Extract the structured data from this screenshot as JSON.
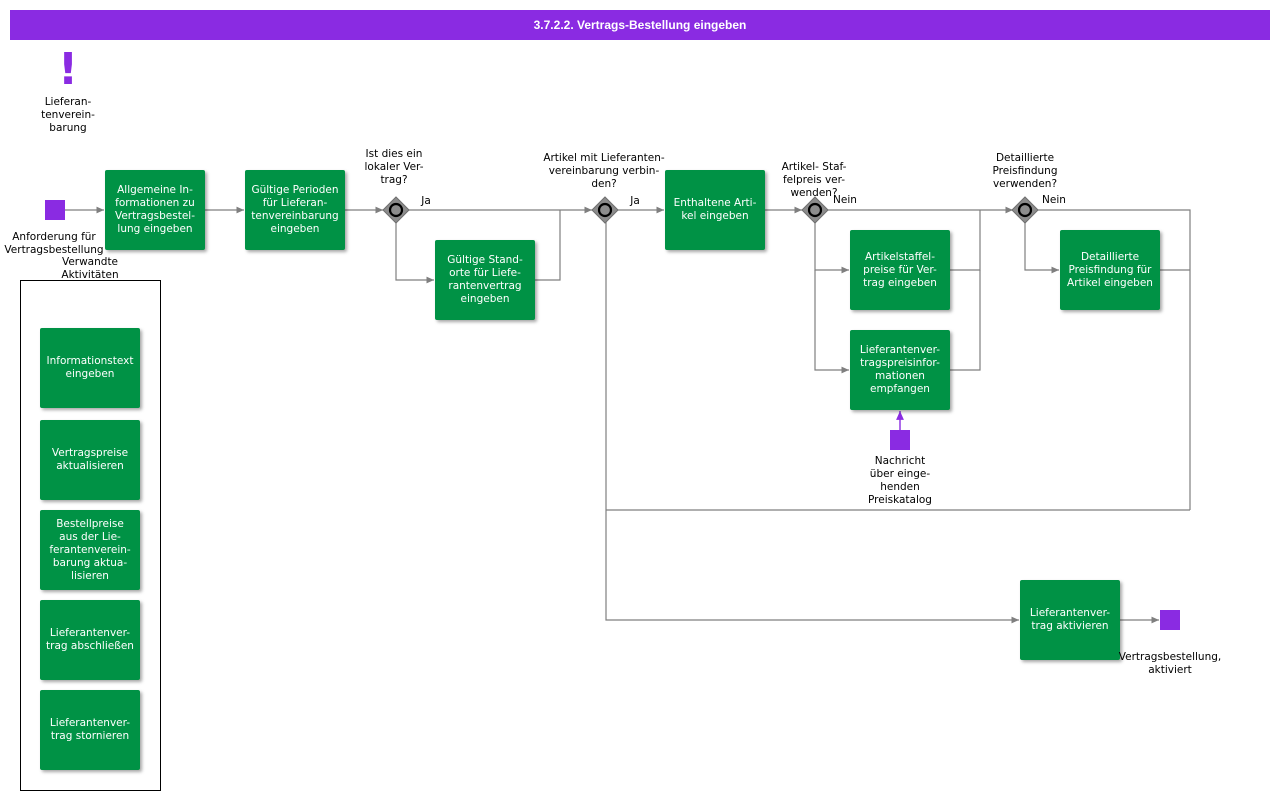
{
  "header": {
    "title": "3.7.2.2. Vertrags-Bestellung eingeben"
  },
  "colors": {
    "accent": "#8a2be2",
    "task": "#009245",
    "wire": "#7f7f7f",
    "gateway": "#8c8c8c"
  },
  "alert": {
    "symbol": "!",
    "label": "Lieferan-\ntenverein-\nbarung"
  },
  "start_event": {
    "label": "Anforderung für\nVertragsbestellung"
  },
  "tasks": {
    "allgemeine": "Allgemeine In-\nformationen zu\nVertragsbestel-\nlung eingeben",
    "perioden": "Gültige Perioden\nfür Lieferan-\ntenvereinbarung\neingeben",
    "standorte": "Gültige Stand-\norte für Liefe-\nrantenvertrag\neingeben",
    "artikel": "Enthaltene Arti-\nkel eingeben",
    "staffelpreise": "Artikelstaffel-\npreise für Ver-\ntrag eingeben",
    "preisinfo": "Lieferantenver-\ntragspreisinfor-\nmationen\nempfangen",
    "preisfindung": "Detaillierte\nPreisfindung für\nArtikel eingeben",
    "aktivieren": "Lieferantenver-\ntrag aktivieren"
  },
  "gateways": {
    "g1": {
      "question": "Ist dies ein\nlokaler Ver-\ntrag?",
      "flow_label": "Ja"
    },
    "g2": {
      "question": "Artikel mit Lieferanten-\nvereinbarung verbin-\nden?",
      "flow_label": "Ja"
    },
    "g3": {
      "question": "Artikel- Staf-\nfelpreis ver-\nwenden?",
      "flow_label": "Nein"
    },
    "g4": {
      "question": "Detaillierte\nPreisfindung\nverwenden?",
      "flow_label": "Nein"
    }
  },
  "message_event": {
    "label": "Nachricht\nüber einge-\nhenden\nPreiskatalog"
  },
  "end_event": {
    "label": "Vertragsbestellung,\naktiviert"
  },
  "related": {
    "title": "Verwandte\nAktivitäten",
    "items": [
      "Informationstext\neingeben",
      "Vertragspreise\naktualisieren",
      "Bestellpreise\naus der Lie-\nferantenverein-\nbarung aktua-\nlisieren",
      "Lieferantenver-\ntrag abschließen",
      "Lieferantenver-\ntrag stornieren"
    ]
  }
}
